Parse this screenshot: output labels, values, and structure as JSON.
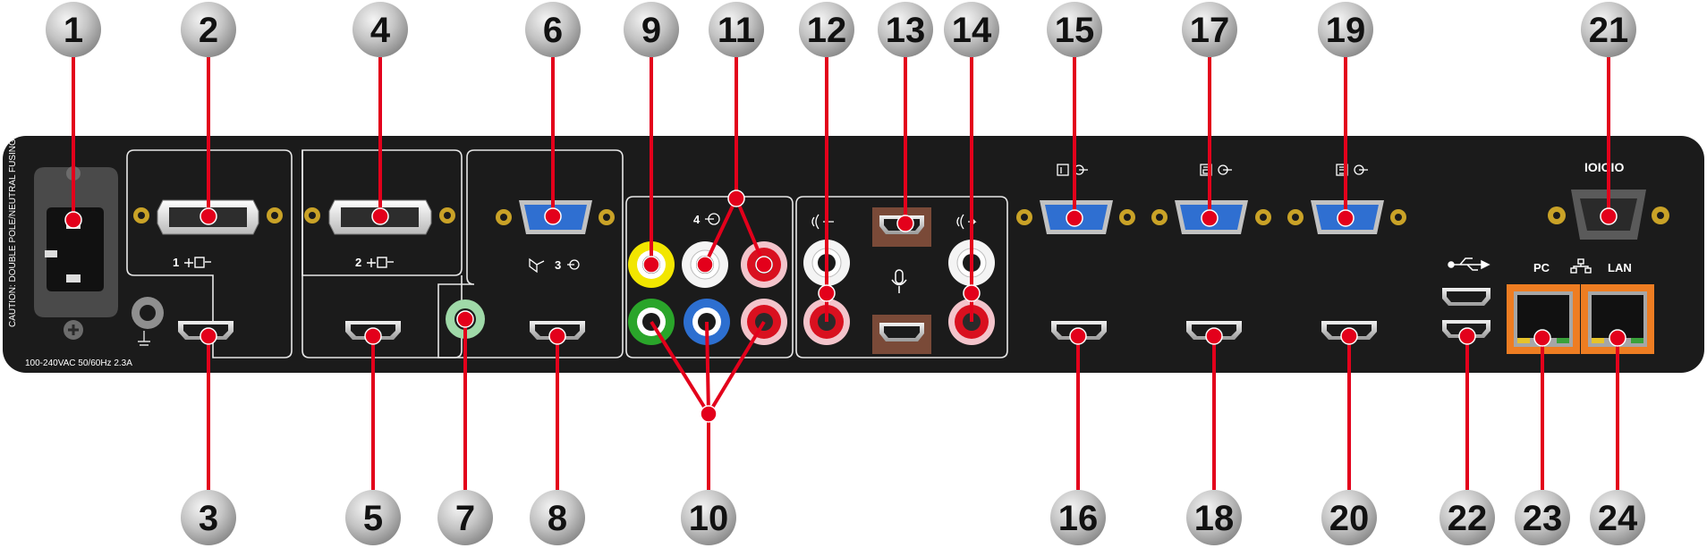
{
  "panel": {
    "caution": "CAUTION: DOUBLE POLE/NEUTRAL FUSING",
    "power_rating": "100-240VAC 50/60Hz 2.3A",
    "dvi1_label": "1",
    "dvi2_label": "2",
    "vga_in_label": "3",
    "audio_group_label": "4",
    "serial_label": "IOIOIO",
    "pc_label": "PC",
    "lan_label": "LAN"
  },
  "callouts": [
    {
      "id": "1",
      "label": "1"
    },
    {
      "id": "2",
      "label": "2"
    },
    {
      "id": "3",
      "label": "3"
    },
    {
      "id": "4",
      "label": "4"
    },
    {
      "id": "5",
      "label": "5"
    },
    {
      "id": "6",
      "label": "6"
    },
    {
      "id": "7",
      "label": "7"
    },
    {
      "id": "8",
      "label": "8"
    },
    {
      "id": "9",
      "label": "9"
    },
    {
      "id": "10",
      "label": "10"
    },
    {
      "id": "11",
      "label": "11"
    },
    {
      "id": "12",
      "label": "12"
    },
    {
      "id": "13",
      "label": "13"
    },
    {
      "id": "14",
      "label": "14"
    },
    {
      "id": "15",
      "label": "15"
    },
    {
      "id": "16",
      "label": "16"
    },
    {
      "id": "17",
      "label": "17"
    },
    {
      "id": "18",
      "label": "18"
    },
    {
      "id": "19",
      "label": "19"
    },
    {
      "id": "20",
      "label": "20"
    },
    {
      "id": "21",
      "label": "21"
    },
    {
      "id": "22",
      "label": "22"
    },
    {
      "id": "23",
      "label": "23"
    },
    {
      "id": "24",
      "label": "24"
    }
  ],
  "colors": {
    "panel": "#1b1b1b",
    "callout_line": "#e3001b",
    "vga_blue": "#2f6fd1",
    "rca_yellow": "#f2e600",
    "rca_green": "#2aa52a",
    "rca_blue": "#2d6fd0",
    "rca_red": "#d9101f",
    "mic_brown": "#7a4a38",
    "lan_orange": "#ee7d22"
  }
}
